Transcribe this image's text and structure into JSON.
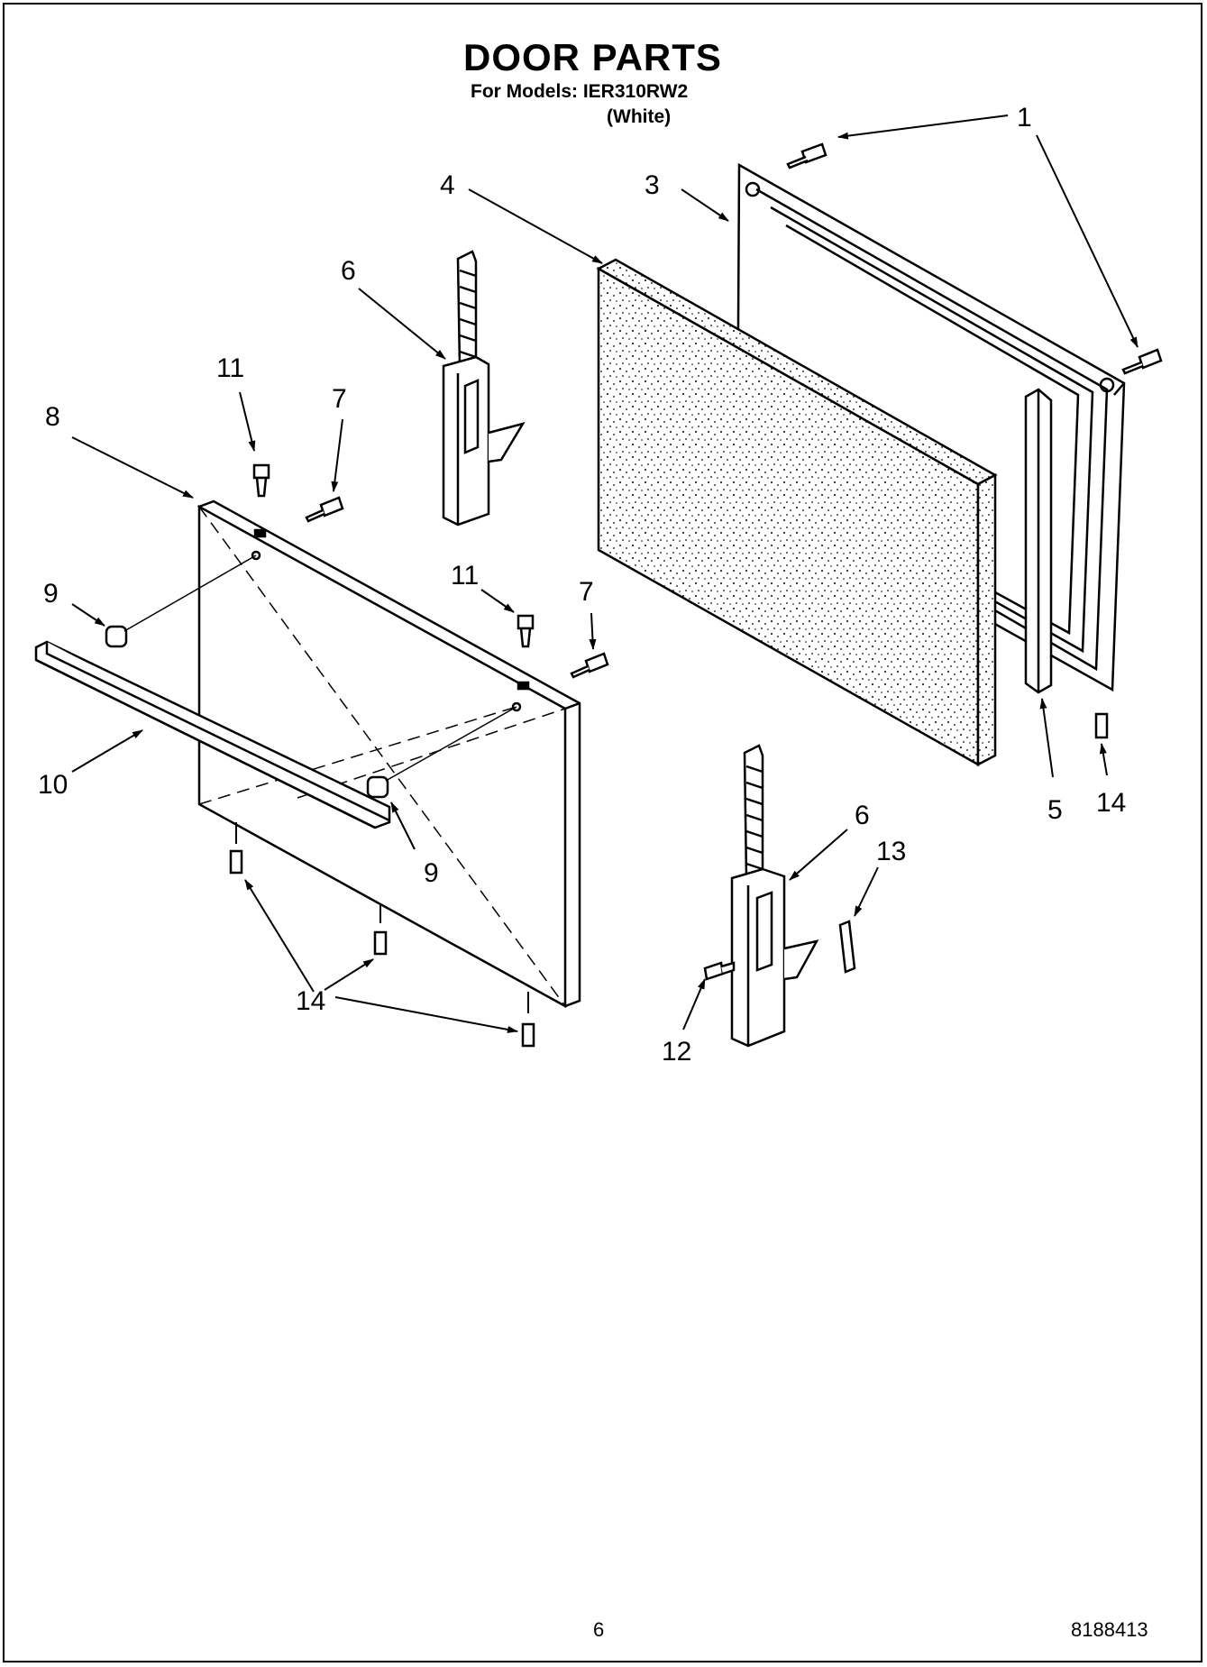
{
  "header": {
    "title": "DOOR PARTS",
    "models_line": "For Models: IER310RW2",
    "color_line": "(White)"
  },
  "callouts": {
    "c1": "1",
    "c3": "3",
    "c4": "4",
    "c5": "5",
    "c6a": "6",
    "c6b": "6",
    "c7a": "7",
    "c7b": "7",
    "c8": "8",
    "c9a": "9",
    "c9b": "9",
    "c10": "10",
    "c11a": "11",
    "c11b": "11",
    "c12": "12",
    "c13": "13",
    "c14a": "14",
    "c14b": "14"
  },
  "footer": {
    "page_number": "6",
    "document_number": "8188413"
  }
}
